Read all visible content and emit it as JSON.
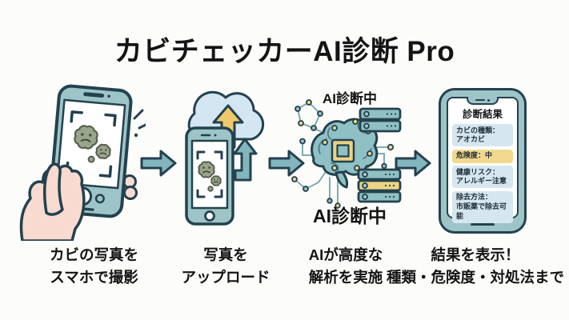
{
  "title": "カビチェッカーAI診断 Pro",
  "flow": {
    "step1": {
      "caption_line1": "カビの写真を",
      "caption_line2": "スマホで撮影"
    },
    "step2": {
      "caption_line1": "写真を",
      "caption_line2": "アップロード"
    },
    "step3": {
      "caption_line1": "AIが高度な",
      "caption_line2": "解析を実施",
      "status_top": "AI診断中",
      "status_bottom": "AI診断中"
    },
    "step4": {
      "caption_line1": "結果を表示！",
      "caption_line2": "種類・危険度・対処法まで"
    }
  },
  "result_screen": {
    "title": "診断結果",
    "items": [
      {
        "line1": "カビの種類：",
        "line2": "アオカビ"
      },
      {
        "line1": "危険度：中"
      },
      {
        "line1": "健康リスク：",
        "line2": "アレルギー注意"
      },
      {
        "line1": "除去方法：",
        "line2": "市販薬で除去可能"
      }
    ]
  },
  "icons": {
    "camera_phone": "hand-holding-smartphone-photographing-mold",
    "upload_cloud": "cloud-with-up-arrow-and-phone",
    "ai_brain": "circuit-brain-with-chip-and-servers",
    "result_phone": "smartphone-showing-diagnosis-results",
    "flow_arrow": "right-block-arrow"
  },
  "colors": {
    "background": "#fcfcfa",
    "text_dark": "#141414",
    "outline_navy": "#24414e",
    "phone_teal": "#9dc5c7",
    "arrow_teal": "#83b5bd",
    "cloud_blue": "#d3e6f2",
    "upload_yellow": "#eec96a",
    "chip_yellow": "#ead387",
    "server_yellow": "#eed584",
    "highlight_yellow": "#f2d88e",
    "info_blue": "#d6e6ee",
    "skin_tone": "#f8dad1",
    "mold_green": "#9ba58b",
    "mold_outline": "#55604e",
    "brain_teal": "#8fc0c4",
    "node_yellow": "#ecd488",
    "line_teal": "#6fa3ad"
  }
}
